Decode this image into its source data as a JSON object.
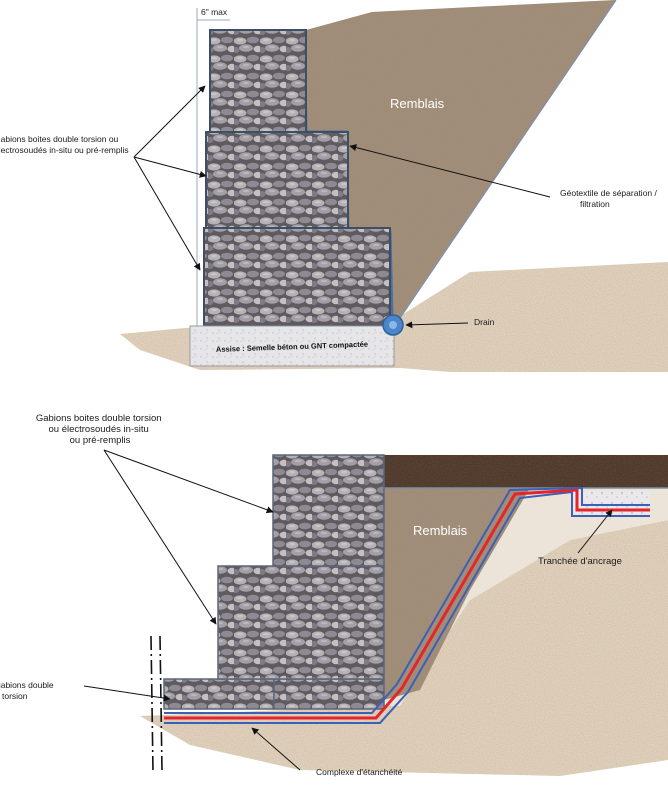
{
  "top": {
    "dimension_label": "6\" max",
    "backfill_label": "Remblais",
    "gabion_label_lines": [
      "Gabions boites double torsion ou",
      "électrosoudés in-situ ou pré-remplis"
    ],
    "geotextile_label_lines": [
      "Géotextile de séparation /",
      "filtration"
    ],
    "drain_label": "Drain",
    "base_label": "Assise : Semelle béton ou GNT compactée"
  },
  "bottom": {
    "gabion_label_lines": [
      "Gabions boites double torsion",
      "ou électrosoudés in-situ",
      "ou pré-remplis"
    ],
    "backfill_label": "Remblais",
    "trench_label": "Tranchée d'ancrage",
    "base_gabion_label_lines": [
      "gabions double",
      "torsion"
    ],
    "membrane_label": "Complexe d'étanchéité"
  },
  "colors": {
    "ground": "#e3d3bd",
    "backfill": "#a08b74",
    "topsoil": "#4e3728",
    "stone": "#9c9aa3",
    "cage": "#3d4f66",
    "membrane_red": "#e3262b",
    "membrane_blue": "#3c5fb8",
    "drain": "#4b86c8"
  }
}
